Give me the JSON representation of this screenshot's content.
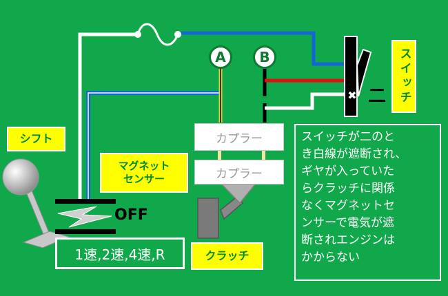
{
  "labels": {
    "shift": "シフト",
    "magnet_sensor": "マグネット\nセンサー",
    "switch": "スイッチ",
    "clutch": "クラッチ",
    "off": "OFF",
    "speeds": "1速,2速,4速,R",
    "point_a": "A",
    "point_b": "B",
    "ni_mark": "二",
    "coupler_top": "カプラー",
    "coupler_bottom": "カプラー"
  },
  "note": "スイッチが二のと\nき白線が遮断され、\nギヤが入っていた\nらクラッチに関係\nなくマグネットセ\nンサーで電気が遮\n断されエンジンは\nかからない",
  "colors": {
    "background": "#10a84a",
    "wire_white": "#ffffff",
    "wire_blue": "#1565d8",
    "wire_red": "#e01010",
    "wire_yellow": "#e6d21e",
    "wire_black": "#000000",
    "label_bg": "#ffff00",
    "label_text": "#008a2e"
  }
}
